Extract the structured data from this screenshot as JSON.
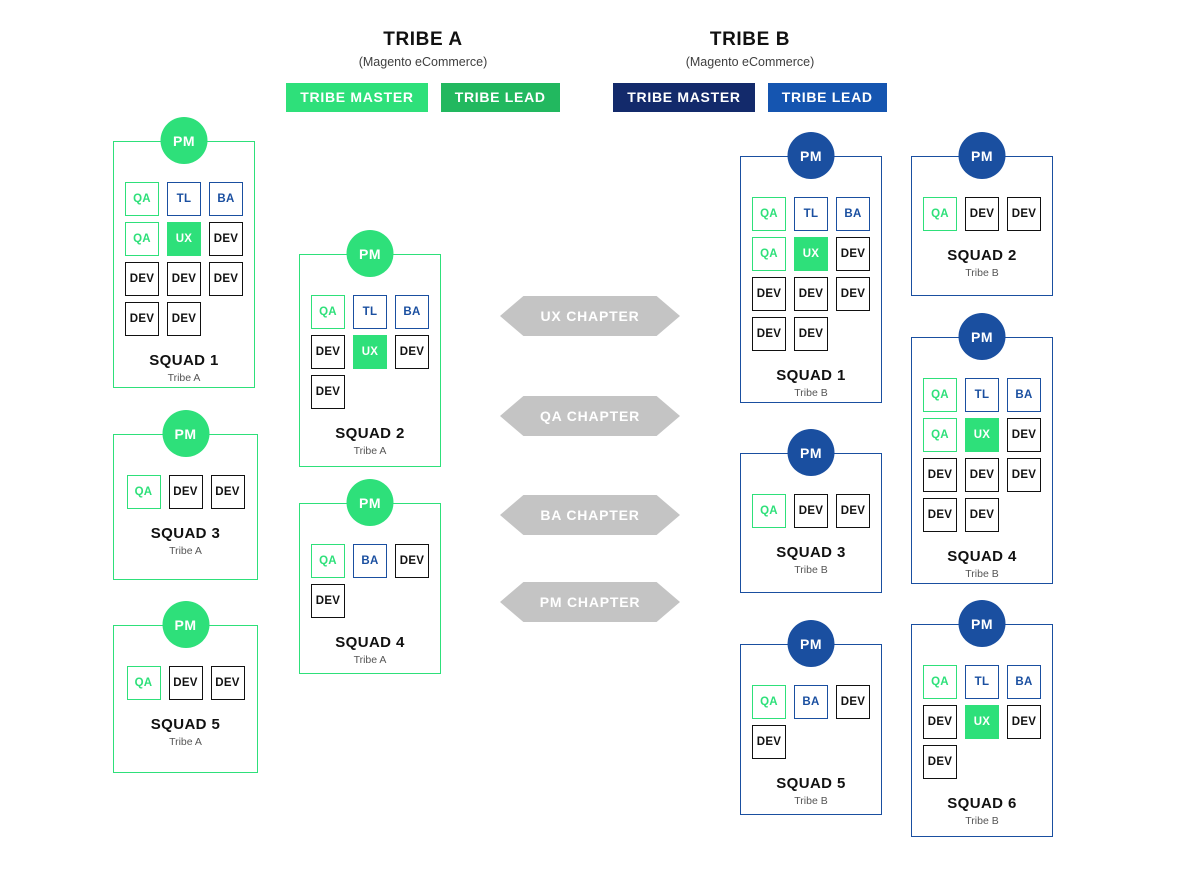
{
  "colors": {
    "green_light": "#2ee07a",
    "green_dark": "#22b85f",
    "navy_dark": "#132a6b",
    "blue_mid": "#1555b0",
    "blue_border": "#1a4fa0",
    "black": "#111111",
    "gray_arrow": "#c4c4c4"
  },
  "tribes": [
    {
      "title": "TRIBE A",
      "subtitle": "(Magento eCommerce)",
      "roles": [
        {
          "label": "TRIBE MASTER",
          "color": "#2ee07a"
        },
        {
          "label": "TRIBE LEAD",
          "color": "#22b85f"
        }
      ]
    },
    {
      "title": "TRIBE B",
      "subtitle": "(Magento eCommerce)",
      "roles": [
        {
          "label": "TRIBE MASTER",
          "color": "#132a6b"
        },
        {
          "label": "TRIBE LEAD",
          "color": "#1555b0"
        }
      ]
    }
  ],
  "pm_label": "PM",
  "squads": [
    {
      "id": "a1",
      "name": "SQUAD 1",
      "tribe": "Tribe A",
      "accent": "#2ee07a",
      "rows": [
        [
          "QA",
          "TL",
          "BA"
        ],
        [
          "QA",
          "UX",
          "DEV"
        ],
        [
          "DEV",
          "DEV",
          "DEV"
        ],
        [
          "DEV",
          "DEV"
        ]
      ]
    },
    {
      "id": "a2",
      "name": "SQUAD 2",
      "tribe": "Tribe A",
      "accent": "#2ee07a",
      "rows": [
        [
          "QA",
          "TL",
          "BA"
        ],
        [
          "DEV",
          "UX",
          "DEV"
        ],
        [
          "DEV"
        ]
      ]
    },
    {
      "id": "a3",
      "name": "SQUAD 3",
      "tribe": "Tribe A",
      "accent": "#2ee07a",
      "rows": [
        [
          "QA",
          "DEV",
          "DEV"
        ]
      ]
    },
    {
      "id": "a4",
      "name": "SQUAD 4",
      "tribe": "Tribe A",
      "accent": "#2ee07a",
      "rows": [
        [
          "QA",
          "BA",
          "DEV"
        ],
        [
          "DEV"
        ]
      ]
    },
    {
      "id": "a5",
      "name": "SQUAD 5",
      "tribe": "Tribe A",
      "accent": "#2ee07a",
      "rows": [
        [
          "QA",
          "DEV",
          "DEV"
        ]
      ]
    },
    {
      "id": "b1",
      "name": "SQUAD 1",
      "tribe": "Tribe B",
      "accent": "#1a4fa0",
      "rows": [
        [
          "QA",
          "TL",
          "BA"
        ],
        [
          "QA",
          "UX",
          "DEV"
        ],
        [
          "DEV",
          "DEV",
          "DEV"
        ],
        [
          "DEV",
          "DEV"
        ]
      ]
    },
    {
      "id": "b2",
      "name": "SQUAD 2",
      "tribe": "Tribe B",
      "accent": "#1a4fa0",
      "rows": [
        [
          "QA",
          "DEV",
          "DEV"
        ]
      ]
    },
    {
      "id": "b3",
      "name": "SQUAD 3",
      "tribe": "Tribe B",
      "accent": "#1a4fa0",
      "rows": [
        [
          "QA",
          "DEV",
          "DEV"
        ]
      ]
    },
    {
      "id": "b4",
      "name": "SQUAD 4",
      "tribe": "Tribe B",
      "accent": "#1a4fa0",
      "rows": [
        [
          "QA",
          "TL",
          "BA"
        ],
        [
          "QA",
          "UX",
          "DEV"
        ],
        [
          "DEV",
          "DEV",
          "DEV"
        ],
        [
          "DEV",
          "DEV"
        ]
      ]
    },
    {
      "id": "b5",
      "name": "SQUAD 5",
      "tribe": "Tribe B",
      "accent": "#1a4fa0",
      "rows": [
        [
          "QA",
          "BA",
          "DEV"
        ],
        [
          "DEV"
        ]
      ]
    },
    {
      "id": "b6",
      "name": "SQUAD 6",
      "tribe": "Tribe B",
      "accent": "#1a4fa0",
      "rows": [
        [
          "QA",
          "TL",
          "BA"
        ],
        [
          "DEV",
          "UX",
          "DEV"
        ],
        [
          "DEV"
        ]
      ]
    }
  ],
  "chapters": [
    {
      "label": "UX CHAPTER"
    },
    {
      "label": "QA CHAPTER"
    },
    {
      "label": "BA CHAPTER"
    },
    {
      "label": "PM CHAPTER"
    }
  ]
}
